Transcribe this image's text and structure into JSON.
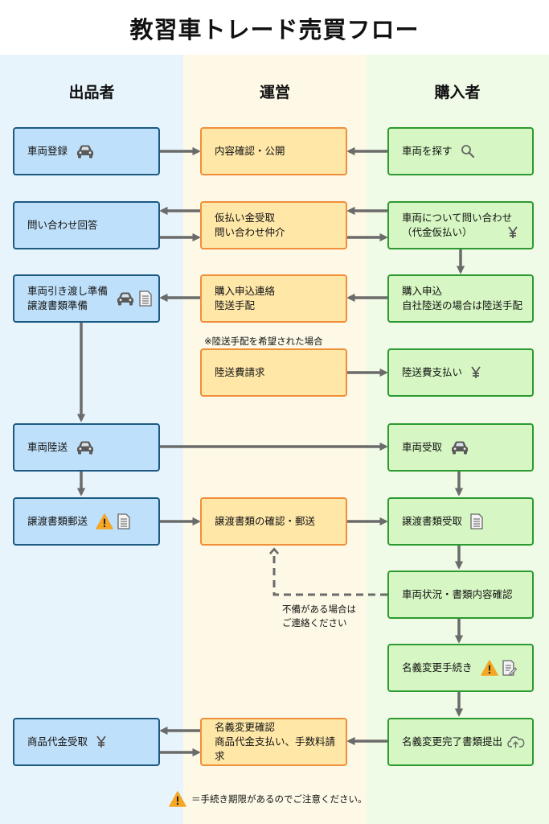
{
  "title": "教習車トレード売買フロー",
  "lanes": {
    "seller": "出品者",
    "operations": "運営",
    "buyer": "購入者"
  },
  "steps": {
    "s1": "車両登録",
    "s2": "問い合わせ回答",
    "s3": "車両引き渡し準備\n譲渡書類準備",
    "s4": "車両陸送",
    "s5": "譲渡書類郵送",
    "s6": "商品代金受取",
    "o1": "内容確認・公開",
    "o2": "仮払い金受取\n問い合わせ仲介",
    "o3": "購入申込連絡\n陸送手配",
    "o4": "陸送費請求",
    "o5": "譲渡書類の確認・郵送",
    "o6": "名義変更確認\n商品代金支払い、手数料請求",
    "b1": "車両を探す",
    "b2": "車両について問い合わせ\n（代金仮払い）",
    "b3": "購入申込\n自社陸送の場合は陸送手配",
    "b4": "陸送費支払い",
    "b5": "車両受取",
    "b6": "譲渡書類受取",
    "b7": "車両状況・書類内容確認",
    "b8": "名義変更手続き",
    "b9": "名義変更完了書類提出"
  },
  "notes": {
    "transport_condition": "※陸送手配を希望された場合",
    "defect_contact": "不備がある場合は\nご連絡ください"
  },
  "legend": {
    "text": "＝手続き期限があるのでご注意ください。"
  },
  "colors": {
    "seller_fill": "#bfe0fa",
    "seller_border": "#1c5a82",
    "ops_fill": "#ffe7a8",
    "ops_border": "#f08f3a",
    "buyer_fill": "#d6f7c3",
    "buyer_border": "#2c9a30",
    "arrow": "#6b6b6b",
    "warning": "#f5a623"
  }
}
